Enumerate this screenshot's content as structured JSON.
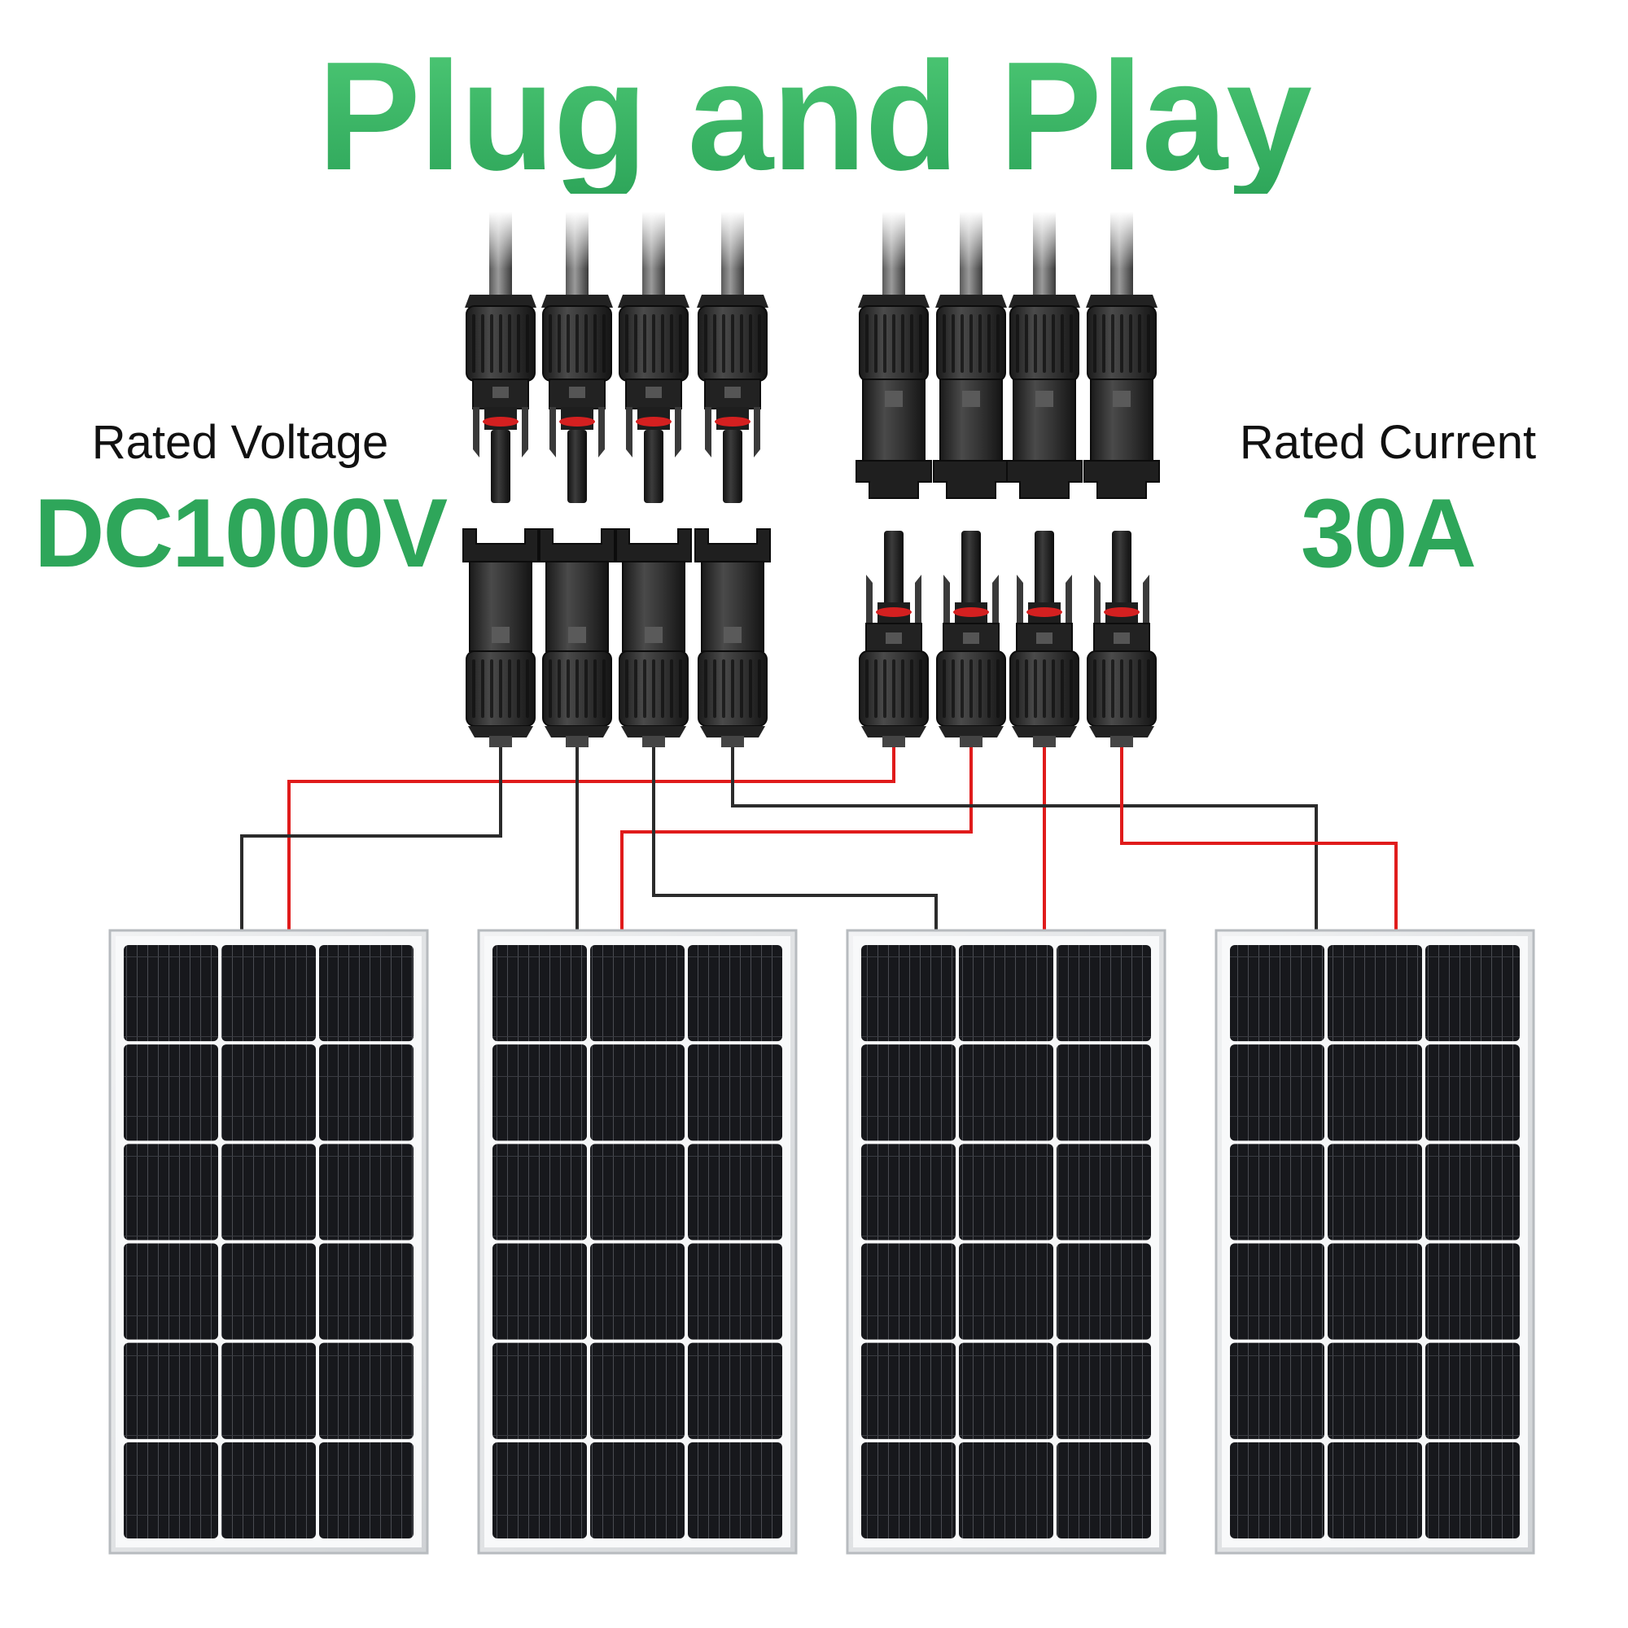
{
  "title": "Plug and Play",
  "specs": {
    "voltage": {
      "label": "Rated Voltage",
      "value": "DC1000V"
    },
    "current": {
      "label": "Rated Current",
      "value": "30A"
    }
  },
  "colors": {
    "accent_green": "#2ea65a",
    "accent_green_light": "#4cc774",
    "wire_negative": "#2b2b2b",
    "wire_positive": "#e01b1b",
    "connector_body": "#2a2a2a",
    "connector_seal": "#d42020",
    "panel_cell": "#1b1b1f",
    "panel_frame": "#e6e8ea"
  },
  "connectors": {
    "left_group": {
      "top_row": "male-connector",
      "bottom_row": "female-connector",
      "count": 4
    },
    "right_group": {
      "top_row": "female-connector",
      "bottom_row": "male-connector",
      "count": 4
    }
  },
  "solar_panels": {
    "count": 4
  }
}
